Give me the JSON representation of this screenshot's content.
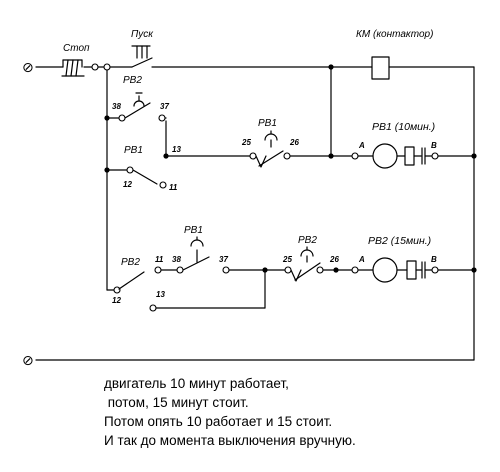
{
  "labels": {
    "stop": "Стоп",
    "start": "Пуск",
    "km": "КМ (контактор)",
    "rv1": "PB1",
    "rv2": "PB2",
    "rv1_coil": "PB1 (10мин.)",
    "rv2_coil": "PB2 (15мин.)",
    "ground_symbol": "⊘",
    "term_a": "A",
    "term_b": "B",
    "n11": "11",
    "n12": "12",
    "n13": "13",
    "n25": "25",
    "n26": "26",
    "n37": "37",
    "n38": "38"
  },
  "note": {
    "line1": "двигатель 10 минут работает,",
    "line2": " потом, 15 минут стоит.",
    "line3": "Потом опять 10 работает и 15 стоит.",
    "line4": "И так до момента выключения вручную."
  }
}
